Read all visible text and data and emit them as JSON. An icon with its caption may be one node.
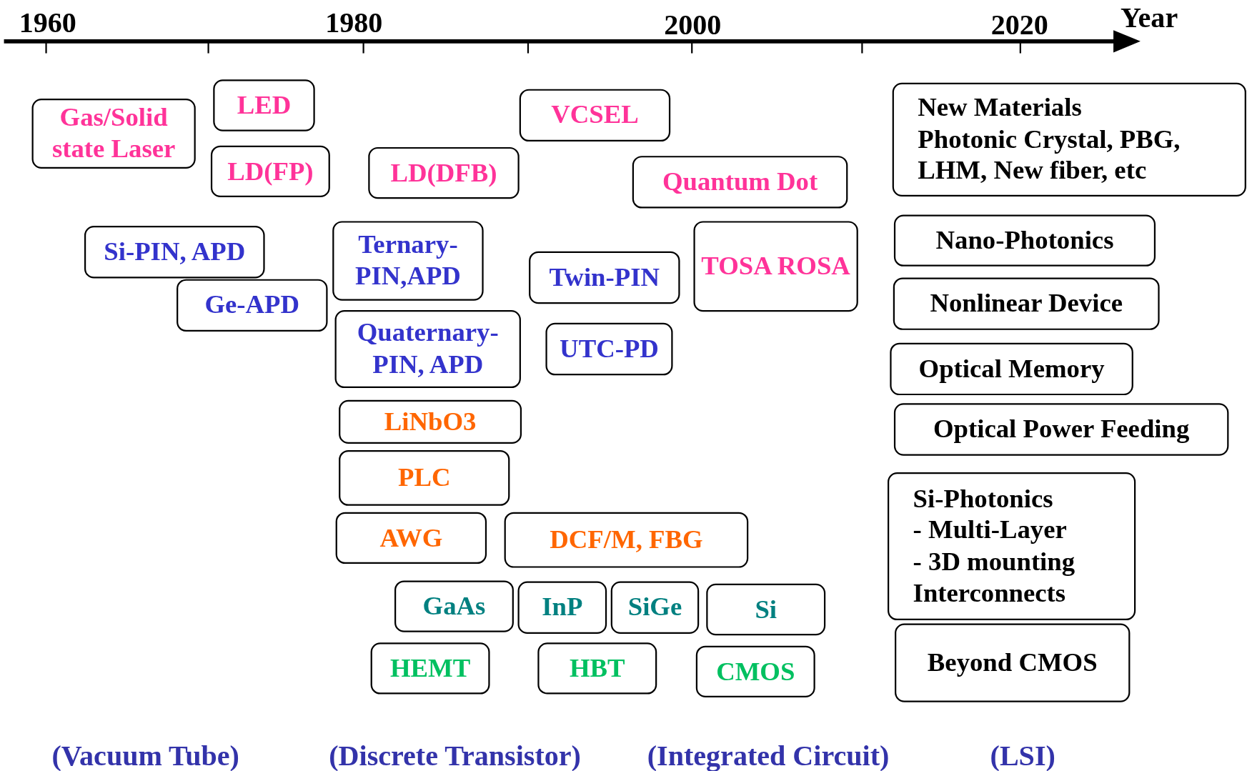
{
  "diagram": {
    "nodes": [
      {
        "text": [
          "Gas/Solid state Laser"
        ]
      },
      {
        "text": [
          "LED"
        ]
      },
      {
        "text": [
          "LD(FP)"
        ]
      },
      {
        "text": [
          "LD(DFB)"
        ]
      },
      {
        "text": [
          "VCSEL"
        ]
      },
      {
        "text": [
          "Quantum Dot"
        ]
      },
      {
        "text": [
          "Si-PIN, APD"
        ]
      },
      {
        "text": [
          "Ge-APD"
        ]
      },
      {
        "text": [
          "Ternary-PIN,APD"
        ]
      },
      {
        "text": [
          "Twin-PIN"
        ]
      },
      {
        "text": [
          "TOSA ROSA"
        ]
      },
      {
        "text": [
          "Quaternary-PIN, APD"
        ]
      },
      {
        "text": [
          "UTC-PD"
        ]
      },
      {
        "text": [
          "LiNbO3"
        ]
      },
      {
        "text": [
          "PLC"
        ]
      },
      {
        "text": [
          "AWG"
        ]
      },
      {
        "text": [
          "DCF/M, FBG"
        ]
      },
      {
        "text": [
          "GaAs"
        ]
      },
      {
        "text": [
          "InP"
        ]
      },
      {
        "text": [
          "SiGe"
        ]
      },
      {
        "text": [
          "Si"
        ]
      },
      {
        "text": [
          "HEMT"
        ]
      },
      {
        "text": [
          "HBT"
        ]
      },
      {
        "text": [
          "CMOS"
        ]
      },
      {
        "text": [
          "New Materials",
          "Photonic Crystal, PBG, LHM, New fiber, etc"
        ]
      },
      {
        "text": [
          "Nano-Photonics"
        ]
      },
      {
        "text": [
          "Nonlinear Device"
        ]
      },
      {
        "text": [
          "Optical Memory"
        ]
      },
      {
        "text": [
          "Optical Power Feeding"
        ]
      },
      {
        "text": [
          "Si-Photonics",
          "- Multi-Layer",
          "- 3D mounting",
          "Interconnects"
        ]
      },
      {
        "text": [
          "Beyond CMOS"
        ]
      }
    ],
    "labels": [
      "1960",
      "1980",
      "2000",
      "2020",
      "Year",
      "(Vacuum Tube)",
      "(Discrete Transistor)",
      "(Integrated Circuit)",
      "(LSI)"
    ]
  }
}
